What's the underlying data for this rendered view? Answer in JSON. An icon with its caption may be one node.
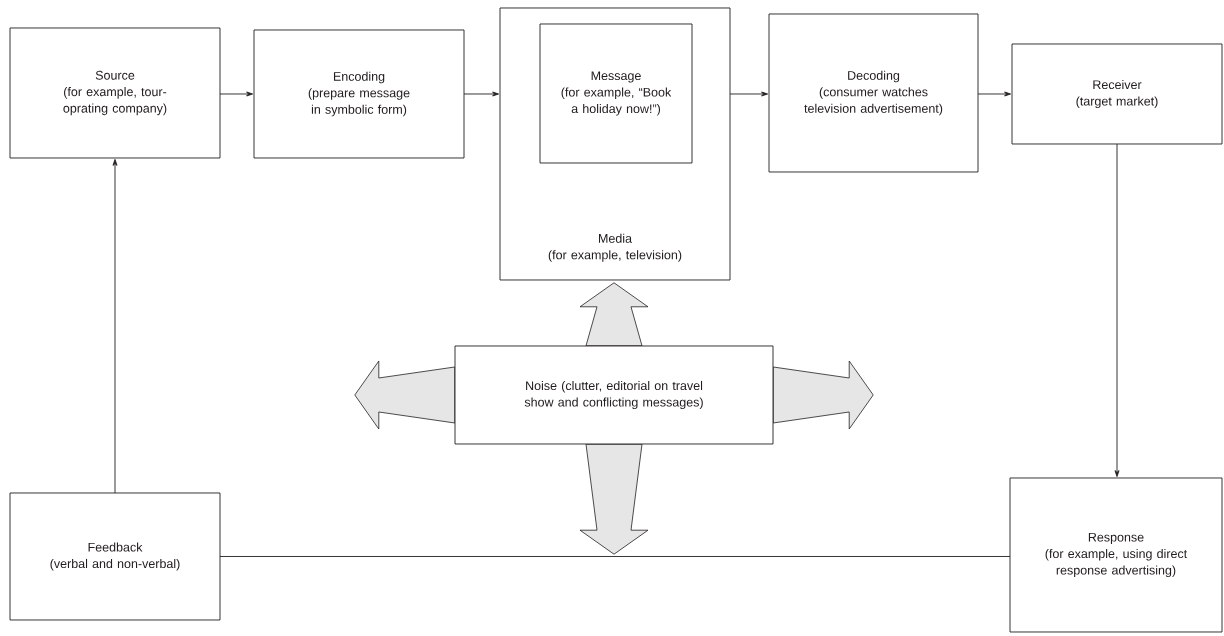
{
  "diagram": {
    "nodes": [
      {
        "text": [
          "Source",
          "(for example, tour-oprating company)"
        ]
      },
      {
        "text": [
          "Encoding",
          "(prepare message in symbolic form)"
        ]
      },
      {
        "text": [
          "Media",
          "(for example, television)"
        ]
      },
      {
        "text": [
          "Message",
          "(for example, “Book a holiday now!”)"
        ],
        "in": 2
      },
      {
        "text": [
          "Decoding",
          "(consumer watches television advertisement)"
        ]
      },
      {
        "text": [
          "Receiver",
          "(target market)"
        ]
      },
      {
        "text": [
          "Noise (clutter, editorial on travel show and conflicting messages)"
        ]
      },
      {
        "text": [
          "Feedback",
          "(verbal and non-verbal)"
        ]
      },
      {
        "text": [
          "Response",
          "(for example, using direct response advertising)"
        ]
      }
    ],
    "edges": [
      {
        "from": 0,
        "to": 1,
        "arrow": "to"
      },
      {
        "from": 1,
        "to": 2,
        "arrow": "to"
      },
      {
        "from": 2,
        "to": 4,
        "arrow": "to"
      },
      {
        "from": 4,
        "to": 5,
        "arrow": "to"
      },
      {
        "from": 5,
        "to": 8,
        "arrow": "to"
      },
      {
        "from": 8,
        "to": 7,
        "arrow": "none"
      },
      {
        "from": 7,
        "to": 0,
        "arrow": "to"
      },
      {
        "from": 6,
        "to": 2,
        "arrow": "to",
        "style": "thick"
      },
      {
        "from": 6,
        "to": null,
        "arrow": "to",
        "style": "thick"
      },
      {
        "from": 6,
        "to": null,
        "arrow": "to",
        "style": "thick"
      },
      {
        "from": 6,
        "to": null,
        "arrow": "to",
        "style": "thick"
      }
    ]
  }
}
